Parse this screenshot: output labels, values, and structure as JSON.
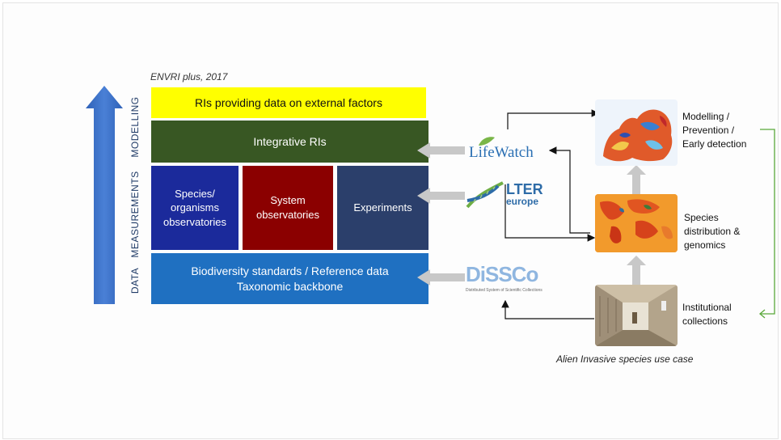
{
  "source": "ENVRI plus, 2017",
  "axis_labels": [
    "DATA",
    "MEASUREMENTS",
    "MODELLING"
  ],
  "layers": {
    "external": "RIs providing data on external factors",
    "integrative": "Integrative RIs",
    "species": "Species/ organisms observatories",
    "system": "System observatories",
    "experiments": "Experiments",
    "biodiversity": "Biodiversity standards / Reference data",
    "taxonomic": "Taxonomic backbone"
  },
  "logos": {
    "lifewatch": "LifeWatch",
    "lter_main": "LTER",
    "lter_sub": "europe",
    "dissco": "DiSSCo",
    "dissco_sub": "Distributed System of Scientific Collections"
  },
  "use_case": {
    "modelling": "Modelling / Prevention / Early detection",
    "distribution_line1": "Species",
    "distribution_line2": "distribution &",
    "distribution_line3": "genomics",
    "collections_line1": "Institutional",
    "collections_line2": "collections",
    "caption": "Alien Invasive species use case"
  },
  "colors": {
    "arrow_blue": "#3a6fc4",
    "external": "#ffff00",
    "integrative": "#385723",
    "species": "#1b2a9b",
    "system": "#8b0000",
    "experiments": "#2b3f6b",
    "biodiversity": "#1f70c1",
    "feedback_green": "#5aa83a"
  }
}
